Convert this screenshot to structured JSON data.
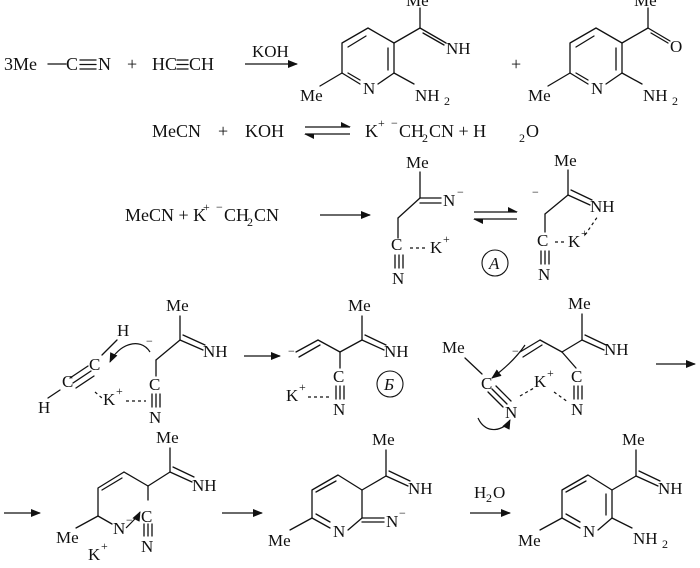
{
  "reaction": {
    "reactant1_coef": "3Me",
    "reactant1_N": "N",
    "plus": "+",
    "reactant2": "HC",
    "reactant2_end": "CH",
    "reagent_koh": "KOH",
    "water_label": "H",
    "water_sub": "2",
    "water_o": "O"
  },
  "atoms": {
    "me": "Me",
    "n": "N",
    "nh": "NH",
    "nh2_base": "NH",
    "nh2_sub": "2",
    "o": "O",
    "k_plus": "K",
    "plus_sign": "+",
    "minus_sign": "−",
    "h": "H",
    "c": "C",
    "c_upper": "C"
  },
  "equilibrium": {
    "left_1": "MeCN",
    "plus": "+",
    "koh": "KOH",
    "right_k": "K",
    "right_anion": "CH",
    "right_anion_sub": "2",
    "right_anion_end": "CN + H",
    "right_h2o_sub": "2",
    "right_h2o_end": "O"
  },
  "step2": {
    "left": "MeCN + K",
    "anion": "CH",
    "anion_sub": "2",
    "anion_end": "CN"
  },
  "labels": {
    "intermediate_a": "A",
    "intermediate_b": "Б"
  }
}
